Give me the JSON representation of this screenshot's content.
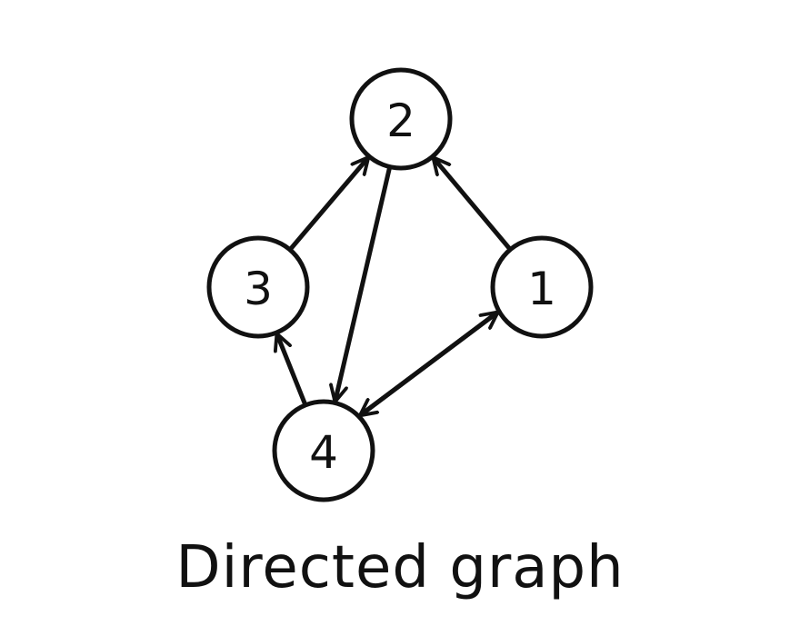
{
  "caption": "Directed graph",
  "colors": {
    "stroke": "#111111",
    "background": "#ffffff"
  },
  "nodes": [
    {
      "id": "1",
      "label": "1"
    },
    {
      "id": "2",
      "label": "2"
    },
    {
      "id": "3",
      "label": "3"
    },
    {
      "id": "4",
      "label": "4"
    }
  ],
  "edges": [
    {
      "from": "1",
      "to": "2"
    },
    {
      "from": "3",
      "to": "2"
    },
    {
      "from": "2",
      "to": "4"
    },
    {
      "from": "4",
      "to": "3"
    },
    {
      "from": "4",
      "to": "1"
    },
    {
      "from": "1",
      "to": "4"
    }
  ]
}
